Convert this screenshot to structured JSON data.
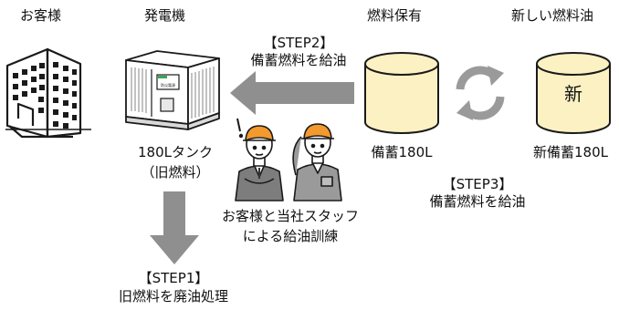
{
  "labels": {
    "customer": "お客様",
    "generator": "発電機",
    "fuel_holding": "燃料保有",
    "new_fuel_oil": "新しい燃料油",
    "tank_line1": "180Lタンク",
    "tank_line2": "（旧燃料）",
    "reserve": "備蓄180L",
    "new_reserve": "新備蓄180L",
    "new_char": "新",
    "generator_badge": "防災電源",
    "training_line1": "お客様と当社スタッフ",
    "training_line2": "による給油訓練"
  },
  "steps": {
    "step1": {
      "tag": "【STEP1】",
      "text": "旧燃料を廃油処理"
    },
    "step2": {
      "tag": "【STEP2】",
      "text": "備蓄燃料を給油"
    },
    "step3": {
      "tag": "【STEP3】",
      "text": "備蓄燃料を給油"
    }
  },
  "colors": {
    "arrow_gray": "#8f8f8f",
    "tank_fill": "#fbf1c3",
    "tank_stroke": "#1a1a1a",
    "helmet": "#f29a2e",
    "cycle_gray": "#9a9a9a"
  },
  "icons": [
    "building-icon",
    "generator-icon",
    "tank-icon",
    "cycle-icon",
    "staff-icon"
  ]
}
